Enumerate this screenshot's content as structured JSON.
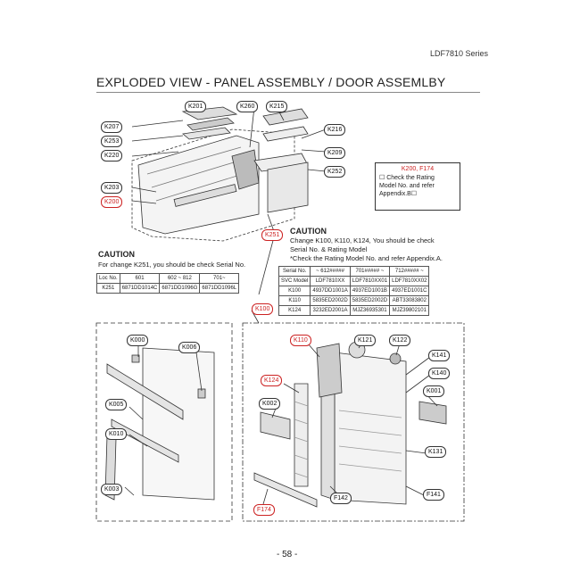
{
  "header": {
    "series": "LDF7810 Series"
  },
  "title": "EXPLODED VIEW - PANEL ASSEMBLY / DOOR ASSEMLBY",
  "labels_top": {
    "K201": "K201",
    "K260": "K260",
    "K215": "K215",
    "K207": "K207",
    "K216": "K216",
    "K253": "K253",
    "K209": "K209",
    "K220": "K220",
    "K252": "K252",
    "K203": "K203",
    "K200": "K200",
    "K251": "K251"
  },
  "note_box": {
    "header": "K200, F174",
    "lines": [
      "☐ Check the Rating",
      "Model No. and refer",
      "Appendix.B☐"
    ]
  },
  "caution_left": {
    "title": "CAUTION",
    "text": "For change K251, you should be check Serial No.",
    "table": {
      "headers": [
        "Loc No.",
        "601",
        "602 ~ 812",
        "701~"
      ],
      "rows": [
        [
          "K251",
          "6871DD1014C",
          "6871DD1096G",
          "6871DD1096L"
        ]
      ]
    }
  },
  "caution_right": {
    "title": "CAUTION",
    "line1": "Change K100, K110, K124, You should be check",
    "line2": "Serial No. & Rating Model",
    "line3": "*Check the Rating Model No. and refer Appendix.A.",
    "table": {
      "headers": [
        "Serial No.",
        "~ 612#####",
        "701##### ~",
        "712##### ~"
      ],
      "rows": [
        [
          "SVC Model",
          "LDF7810XX",
          "LDF7810XX01",
          "LDF7810XX02"
        ],
        [
          "K100",
          "4937DD1001A",
          "4937ED1001B",
          "4937ED1001C"
        ],
        [
          "K110",
          "5835ED2002D",
          "5835ED2002D",
          "ABT33083802"
        ],
        [
          "K124",
          "3232ED2001A",
          "MJZ36935301",
          "MJZ39802101"
        ]
      ]
    }
  },
  "labels_bottom": {
    "K100": "K100",
    "K000": "K000",
    "K006": "K006",
    "K005": "K005",
    "K010": "K010",
    "K003": "K003",
    "K110": "K110",
    "K121": "K121",
    "K122": "K122",
    "K141": "K141",
    "K140": "K140",
    "K001": "K001",
    "K124": "K124",
    "K002": "K002",
    "K131": "K131",
    "F142": "F142",
    "F141": "F141",
    "F174": "F174"
  },
  "page_number": "- 58 -",
  "colors": {
    "accent_red": "#cc2222",
    "line": "#333333"
  }
}
